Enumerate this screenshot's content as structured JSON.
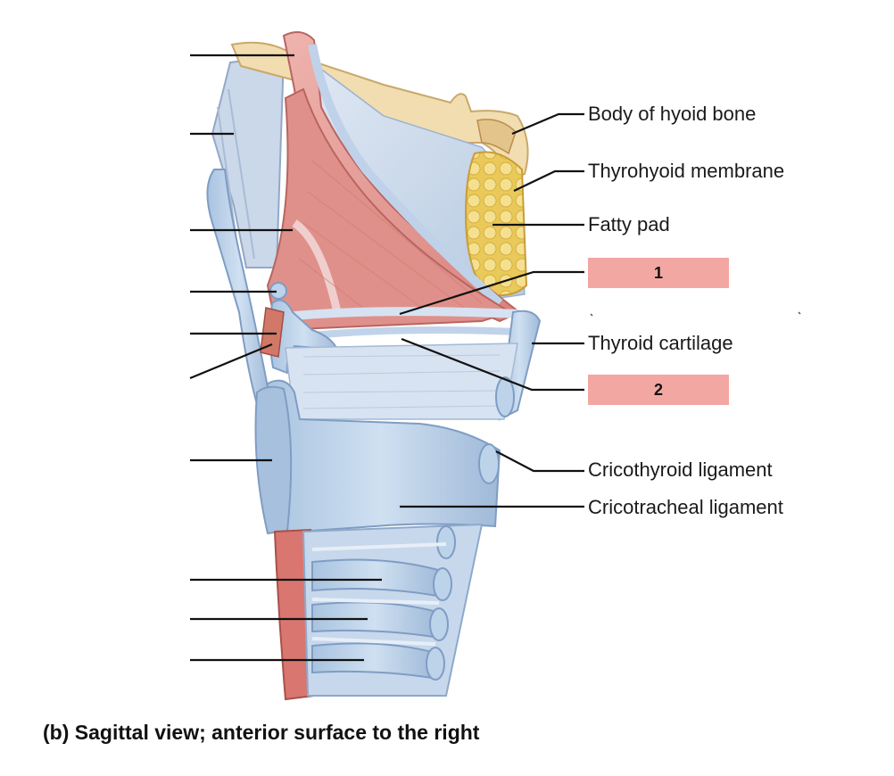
{
  "labels": {
    "hyoid_body": "Body of hyoid bone",
    "thyrohyoid_membrane": "Thyrohyoid membrane",
    "fatty_pad": "Fatty pad",
    "thyroid_cartilage": "Thyroid cartilage",
    "cricothyroid_ligament": "Cricothyroid ligament",
    "cricotracheal_ligament": "Cricotracheal ligament"
  },
  "answer_boxes": [
    "1",
    "2"
  ],
  "caption": "(b) Sagittal view; anterior surface to the right",
  "colors": {
    "cartilage_blue": "#bcd3ea",
    "epiglottis_pink": "#e79b97",
    "muscle_red": "#d9766f",
    "hyoid_bone": "#f1ddb0",
    "fatty_pad": "#f1d77a",
    "answer_box": "#f2a7a3"
  }
}
